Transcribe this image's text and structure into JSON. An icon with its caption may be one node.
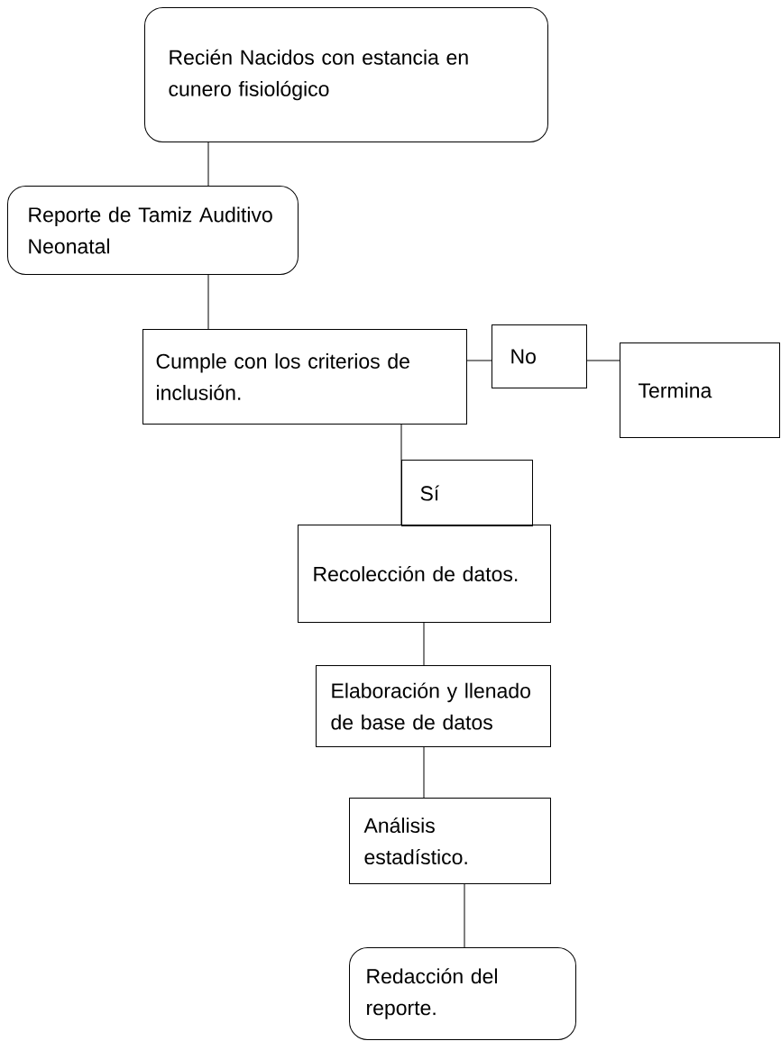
{
  "diagram": {
    "nodes": [
      {
        "text": [
          "Recién Nacidos con estancia en cunero fisiológico"
        ]
      },
      {
        "text": [
          "Reporte de Tamiz Auditivo Neonatal"
        ]
      },
      {
        "text": [
          "Cumple con los criterios de inclusión."
        ]
      },
      {
        "text": [
          "No"
        ]
      },
      {
        "text": [
          "Termina"
        ]
      },
      {
        "text": [
          "Sí"
        ]
      },
      {
        "text": [
          "Recolección de datos."
        ]
      },
      {
        "text": [
          "Elaboración y llenado de base de datos"
        ]
      },
      {
        "text": [
          "Análisis estadístico."
        ]
      },
      {
        "text": [
          "Redacción del reporte."
        ]
      }
    ],
    "edges": [
      {
        "from": 0,
        "to": 1,
        "arrow": "none"
      },
      {
        "from": 1,
        "to": 2,
        "arrow": "none"
      },
      {
        "from": 2,
        "to": 3,
        "arrow": "none"
      },
      {
        "from": 3,
        "to": 4,
        "arrow": "none"
      },
      {
        "from": 2,
        "to": 6,
        "arrow": "none"
      },
      {
        "from": 6,
        "to": 7,
        "arrow": "none"
      },
      {
        "from": 7,
        "to": 8,
        "arrow": "none"
      },
      {
        "from": 8,
        "to": 9,
        "arrow": "none"
      }
    ]
  }
}
